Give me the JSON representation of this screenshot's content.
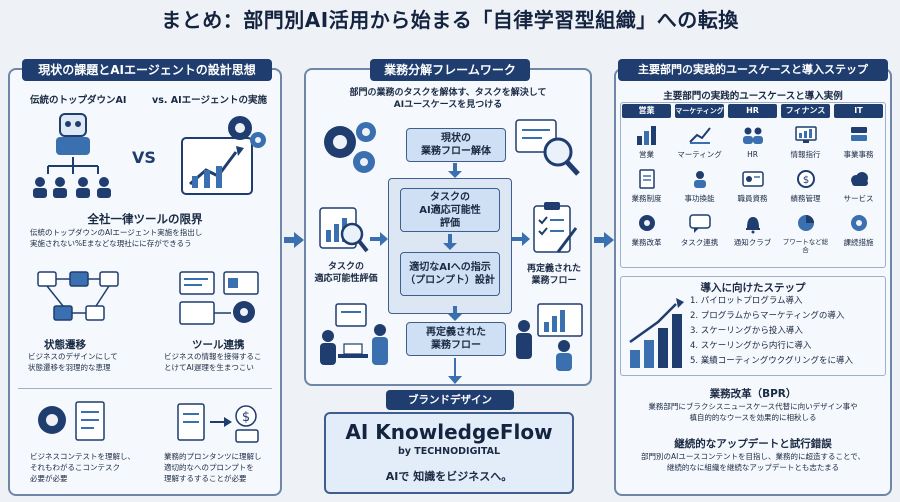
{
  "title": "まとめ：部門別AI活用から始まる「自律学習型組織」への転換",
  "left": {
    "ribbon": "現状の課題とAIエージェントの設計思想",
    "subheader_a": "伝統のトップダウンAI",
    "subheader_b": "vs. AIエージェントの実施",
    "vs": "VS",
    "limit_title": "全社一律ツールの限界",
    "limit_desc_1": "伝統のトップダウンのAIエージェント実施を指出し",
    "limit_desc_2": "実施されない%Eまなどな現社にに存ができるう",
    "state_title": "状態遷移",
    "state_desc_1": "ビジネスのデザインにして",
    "state_desc_2": "状態遷移を羽理的な恵理",
    "tool_title": "ツール連携",
    "tool_desc_1": "ビジネスの情報を接得するこ",
    "tool_desc_2": "とけてAI遅理を生まつこい",
    "ctx_desc_1": "ビジネスコンテストを理解し、",
    "ctx_desc_2": "それもわがるこコンテスク",
    "ctx_desc_3": "必要が必要",
    "prompt_desc_1": "業務的プロンタンツに理解し",
    "prompt_desc_2": "適切的なへのプロンプトを",
    "prompt_desc_3": "理解するすることが必要"
  },
  "center": {
    "ribbon": "業務分解フレームワーク",
    "intro_1": "部門の業務のタスクを解体す、タスクを解決して",
    "intro_2": "AIユースケースを見つける",
    "box_current_1": "現状の",
    "box_current_2": "業務フロー解体",
    "box_eval_1": "タスクの",
    "box_eval_2": "AI適応可能性",
    "box_eval_3": "評価",
    "box_prompt_1": "適切なAIへの指示",
    "box_prompt_2": "（プロンプト）設計",
    "box_redef_1": "再定義された",
    "box_redef_2": "業務フロー",
    "label_eval_1": "タスクの",
    "label_eval_2": "適応可能性評価",
    "label_redef_1": "再定義された",
    "label_redef_2": "業務フロー",
    "brand_ribbon": "ブランドデザイン",
    "brand_name": "AI KnowledgeFlow",
    "brand_by": "by TECHNODIGITAL",
    "brand_tagline": "AIで 知識をビジネスへ。"
  },
  "right": {
    "ribbon": "主要部門の実践的ユースケースと導入ステップ",
    "subtitle": "主要部門の実践的ユースケースと導入実例",
    "columns": [
      {
        "head": "営業",
        "items": [
          "営業",
          "業務制度",
          "業務改革"
        ]
      },
      {
        "head": "マーケティング",
        "items": [
          "マーティング",
          "事功換能",
          "タスク連携"
        ]
      },
      {
        "head": "HR",
        "items": [
          "HR",
          "職員資務",
          "通知クラブ"
        ]
      },
      {
        "head": "フィナンス",
        "items": [
          "情報指行",
          "績務管理",
          "プワートなど総合"
        ]
      },
      {
        "head": "IT",
        "items": [
          "事業事務",
          "サービス",
          "課続措施"
        ]
      }
    ],
    "steps_title": "導入に向けたステップ",
    "steps": [
      "1. パイロットプログラム導入",
      "2. プログラムからマーケティングの導入",
      "3. スケーリングから投入導入",
      "4. スケーリングから内行に導入",
      "5. 業績コーティングウクグリングをに導入"
    ],
    "bpr_title": "業務改革（BPR）",
    "bpr_desc_1": "業務部門にブラクシスニュースケース代替に向いデザイン事や",
    "bpr_desc_2": "槙自的的なウースを効果的に相秋しる",
    "cont_title": "継続的なアップデートと試行錯誤",
    "cont_desc_1": "部門別のAIユースコンテントを目指し、業務的に超造することで、",
    "cont_desc_2": "継続的なに組織を継続なアップデートとも志たまる"
  },
  "colors": {
    "navy": "#1f3d6e",
    "light_blue": "#cfe0f5",
    "border": "#6f86a8",
    "accent": "#3a6fb0"
  }
}
